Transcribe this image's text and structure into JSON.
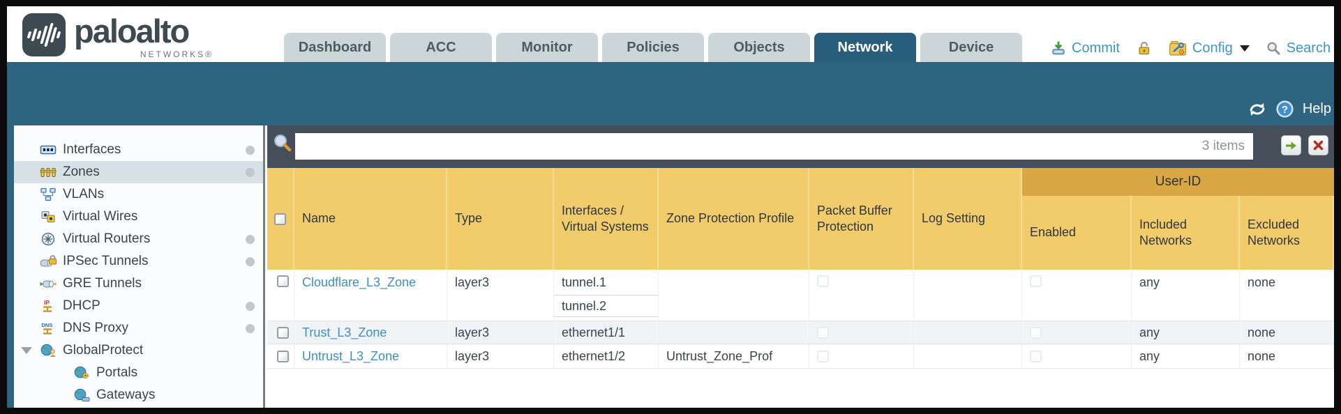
{
  "brand": {
    "name": "paloalto",
    "subtitle": "NETWORKS®"
  },
  "header": {
    "tabs": [
      {
        "label": "Dashboard",
        "active": false
      },
      {
        "label": "ACC",
        "active": false
      },
      {
        "label": "Monitor",
        "active": false
      },
      {
        "label": "Policies",
        "active": false
      },
      {
        "label": "Objects",
        "active": false
      },
      {
        "label": "Network",
        "active": true
      },
      {
        "label": "Device",
        "active": false
      }
    ],
    "actions": {
      "commit_label": "Commit",
      "config_label": "Config",
      "search_label": "Search"
    }
  },
  "subheader": {
    "help_label": "Help"
  },
  "sidebar": {
    "items": [
      {
        "label": "Interfaces",
        "icon": "interfaces-icon",
        "has_status_dot": true,
        "selected": false
      },
      {
        "label": "Zones",
        "icon": "zones-icon",
        "has_status_dot": true,
        "selected": true
      },
      {
        "label": "VLANs",
        "icon": "vlans-icon",
        "has_status_dot": false,
        "selected": false
      },
      {
        "label": "Virtual Wires",
        "icon": "virtual-wires-icon",
        "has_status_dot": false,
        "selected": false
      },
      {
        "label": "Virtual Routers",
        "icon": "virtual-routers-icon",
        "has_status_dot": true,
        "selected": false
      },
      {
        "label": "IPSec Tunnels",
        "icon": "ipsec-tunnels-icon",
        "has_status_dot": true,
        "selected": false
      },
      {
        "label": "GRE Tunnels",
        "icon": "gre-tunnels-icon",
        "has_status_dot": false,
        "selected": false
      },
      {
        "label": "DHCP",
        "icon": "dhcp-icon",
        "has_status_dot": true,
        "selected": false
      },
      {
        "label": "DNS Proxy",
        "icon": "dns-proxy-icon",
        "has_status_dot": true,
        "selected": false
      },
      {
        "label": "GlobalProtect",
        "icon": "globalprotect-icon",
        "expanded": true,
        "selected": false
      },
      {
        "label": "Portals",
        "icon": "portals-icon",
        "indent": true,
        "selected": false
      },
      {
        "label": "Gateways",
        "icon": "gateways-icon",
        "indent": true,
        "selected": false
      }
    ]
  },
  "filter_bar": {
    "input_value": "",
    "items_count": "3 items"
  },
  "table": {
    "group_header": "User-ID",
    "columns": [
      "Name",
      "Type",
      "Interfaces / Virtual Systems",
      "Zone Protection Profile",
      "Packet Buffer Protection",
      "Log Setting",
      "Enabled",
      "Included Networks",
      "Excluded Networks"
    ],
    "rows": [
      {
        "selected": false,
        "name": "Cloudflare_L3_Zone",
        "type": "layer3",
        "interfaces": [
          "tunnel.1",
          "tunnel.2"
        ],
        "zone_protection_profile": "",
        "packet_buffer_protection_checked": false,
        "log_setting": "",
        "user_id_enabled_checked": false,
        "included_networks": "any",
        "excluded_networks": "none"
      },
      {
        "selected": false,
        "name": "Trust_L3_Zone",
        "type": "layer3",
        "interfaces": [
          "ethernet1/1"
        ],
        "zone_protection_profile": "",
        "packet_buffer_protection_checked": false,
        "log_setting": "",
        "user_id_enabled_checked": false,
        "included_networks": "any",
        "excluded_networks": "none"
      },
      {
        "selected": false,
        "name": "Untrust_L3_Zone",
        "type": "layer3",
        "interfaces": [
          "ethernet1/2"
        ],
        "zone_protection_profile": "Untrust_Zone_Prof",
        "packet_buffer_protection_checked": false,
        "log_setting": "",
        "user_id_enabled_checked": false,
        "included_networks": "any",
        "excluded_networks": "none"
      }
    ]
  },
  "colors": {
    "teal_bar": "#2e6480",
    "slate_filter_bar": "#454e59",
    "table_header": "#f2cb6a",
    "group_band": "#d9a845",
    "tab_active": "#285e7c",
    "tab_inactive": "#ccd6d9",
    "link": "#3e8fbe",
    "action_link": "#3e94c8",
    "selected_side_item": "#d8e1e6"
  }
}
